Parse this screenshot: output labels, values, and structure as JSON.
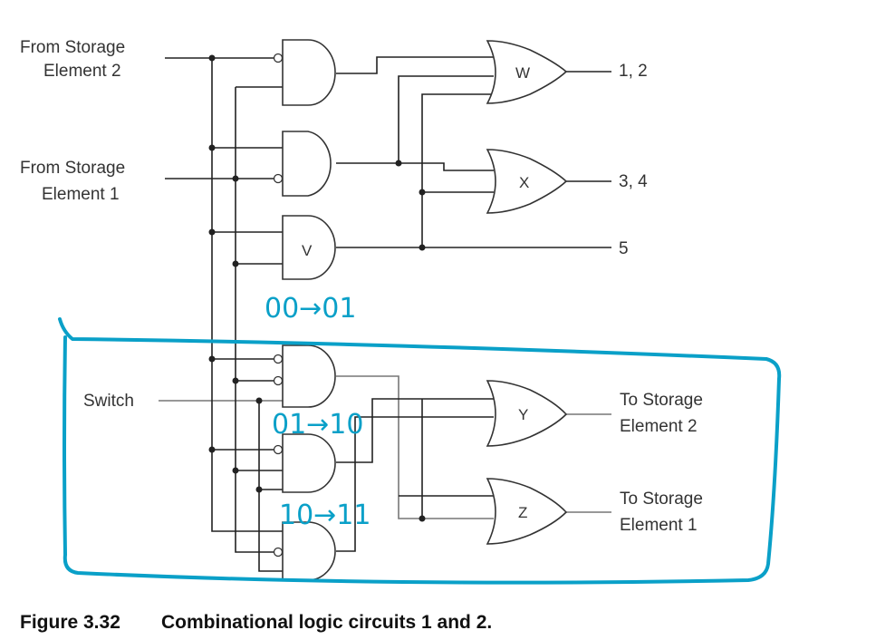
{
  "inputs": {
    "storage2_line1": "From Storage",
    "storage2_line2": "Element 2",
    "storage1_line1": "From Storage",
    "storage1_line2": "Element 1",
    "switch": "Switch"
  },
  "gates": {
    "w": "W",
    "x": "X",
    "v": "V",
    "y": "Y",
    "z": "Z"
  },
  "outputs": {
    "w": "1, 2",
    "x": "3, 4",
    "v": "5",
    "y_line1": "To Storage",
    "y_line2": "Element 2",
    "z_line1": "To Storage",
    "z_line2": "Element 1"
  },
  "annotations": {
    "a1": "00→01",
    "a2": "01→10",
    "a3": "10→11"
  },
  "caption": {
    "number": "Figure 3.32",
    "title": "Combinational logic circuits 1 and 2."
  },
  "colors": {
    "annotation": "#0aa0c8",
    "wire": "#222222",
    "wire_light": "#777777"
  }
}
